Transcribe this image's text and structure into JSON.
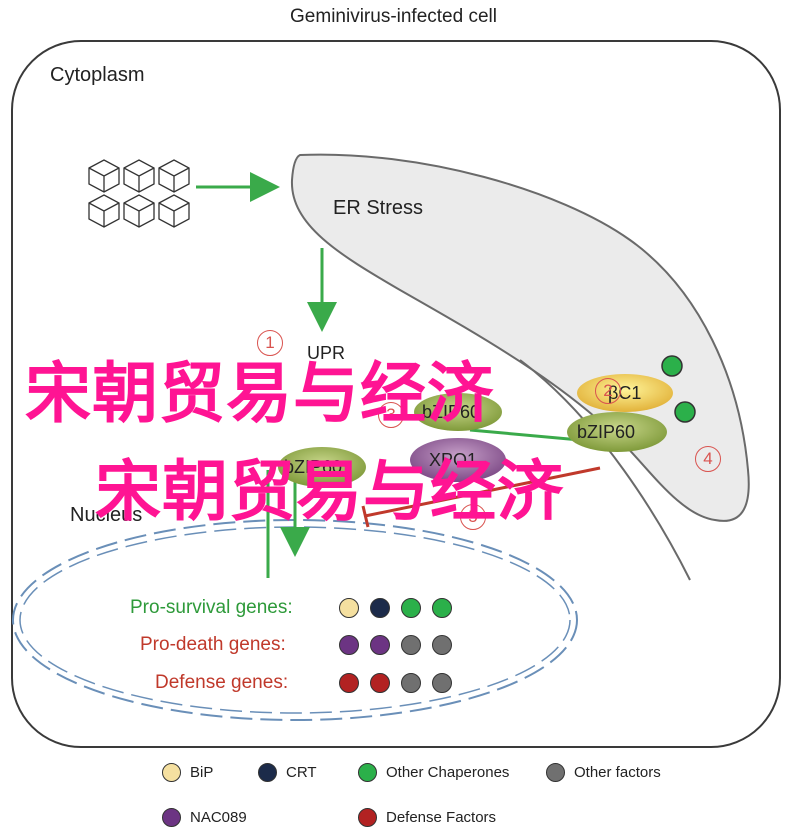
{
  "title": "Geminivirus-infected cell",
  "compartments": {
    "cytoplasm": "Cytoplasm",
    "er": "ER Stress",
    "nucleus": "Nucleus"
  },
  "proteins": {
    "upr": "UPR",
    "bzip60_er": "bZIP60",
    "bzip60_nuc": "bZIP60",
    "xpo1": "XPO1",
    "bzip60_right": "bZIP60",
    "pc1": "βC1"
  },
  "step_numbers": [
    "1",
    "2",
    "3",
    "4",
    "5"
  ],
  "gene_rows": [
    {
      "label": "Pro-survival genes:",
      "color": "#2e9a3a",
      "dots": [
        "#f5e0a0",
        "#1c2b4a",
        "#2bb04a",
        "#2bb04a"
      ]
    },
    {
      "label": "Pro-death genes:",
      "color": "#c0392b",
      "dots": [
        "#6c3483",
        "#6c3483",
        "#707070",
        "#707070"
      ]
    },
    {
      "label": "Defense genes:",
      "color": "#c0392b",
      "dots": [
        "#b22222",
        "#b22222",
        "#707070",
        "#707070"
      ]
    }
  ],
  "legend": [
    {
      "label": "BiP",
      "color": "#f5e0a0"
    },
    {
      "label": "CRT",
      "color": "#1c2b4a"
    },
    {
      "label": "Other Chaperones",
      "color": "#2bb04a"
    },
    {
      "label": "Other factors",
      "color": "#707070"
    },
    {
      "label": "NAC089",
      "color": "#6c3483"
    },
    {
      "label": "Defense  Factors",
      "color": "#b22222"
    }
  ],
  "watermark": {
    "line1": "宋朝贸易与经济",
    "line2": "宋朝贸易与经济"
  }
}
